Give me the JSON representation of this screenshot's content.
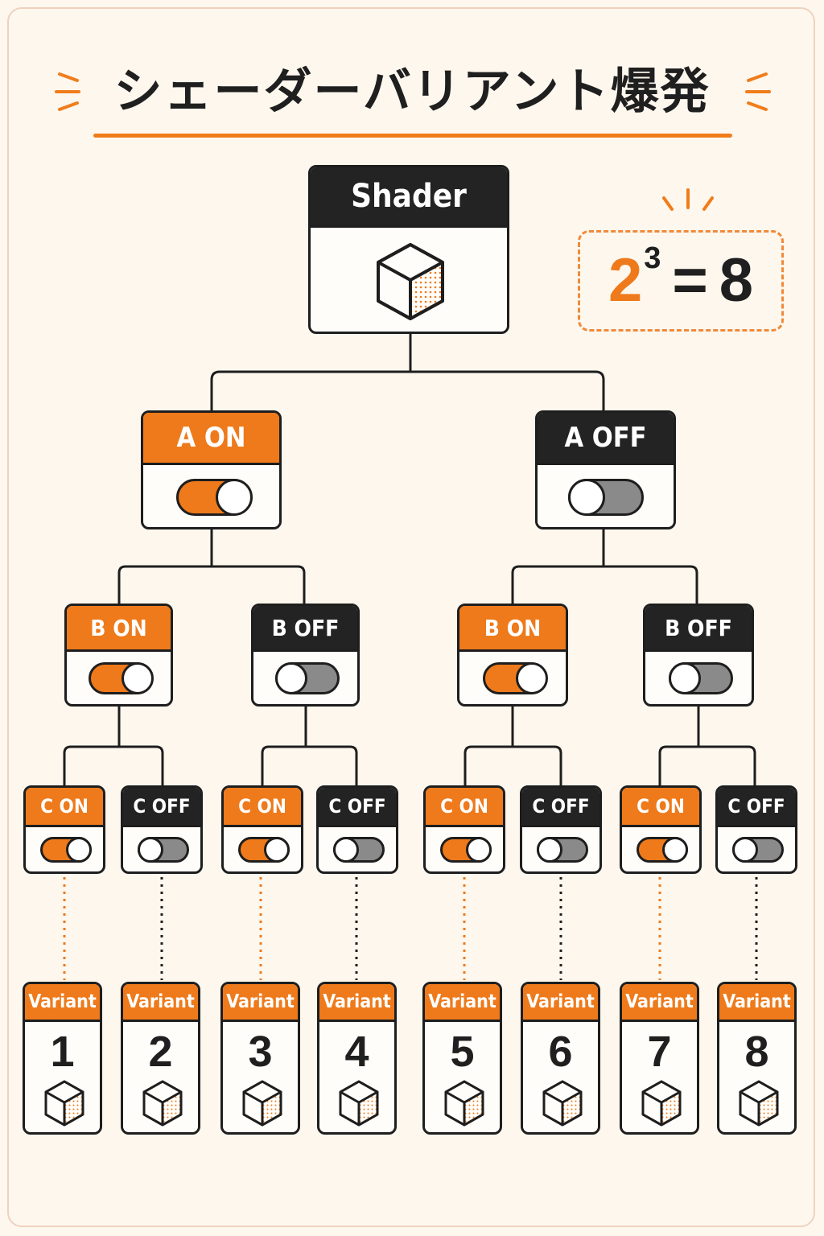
{
  "title": "シェーダーバリアント爆発",
  "formula": {
    "base": "2",
    "exponent": "3",
    "equals": "=",
    "result": "8"
  },
  "colors": {
    "accent": "#ee7a1b",
    "dark": "#232323",
    "background": "#fdf7ee",
    "toggle_off": "#8a8a8a"
  },
  "root": {
    "label": "Shader",
    "icon": "cube-icon"
  },
  "level_a": [
    {
      "label": "A ON",
      "state": "on"
    },
    {
      "label": "A OFF",
      "state": "off"
    }
  ],
  "level_b": [
    {
      "label": "B ON",
      "state": "on"
    },
    {
      "label": "B OFF",
      "state": "off"
    },
    {
      "label": "B ON",
      "state": "on"
    },
    {
      "label": "B OFF",
      "state": "off"
    }
  ],
  "level_c": [
    {
      "label": "C ON",
      "state": "on"
    },
    {
      "label": "C OFF",
      "state": "off"
    },
    {
      "label": "C ON",
      "state": "on"
    },
    {
      "label": "C OFF",
      "state": "off"
    },
    {
      "label": "C ON",
      "state": "on"
    },
    {
      "label": "C OFF",
      "state": "off"
    },
    {
      "label": "C ON",
      "state": "on"
    },
    {
      "label": "C OFF",
      "state": "off"
    }
  ],
  "variants": [
    {
      "label": "Variant",
      "number": "1"
    },
    {
      "label": "Variant",
      "number": "2"
    },
    {
      "label": "Variant",
      "number": "3"
    },
    {
      "label": "Variant",
      "number": "4"
    },
    {
      "label": "Variant",
      "number": "5"
    },
    {
      "label": "Variant",
      "number": "6"
    },
    {
      "label": "Variant",
      "number": "7"
    },
    {
      "label": "Variant",
      "number": "8"
    }
  ]
}
